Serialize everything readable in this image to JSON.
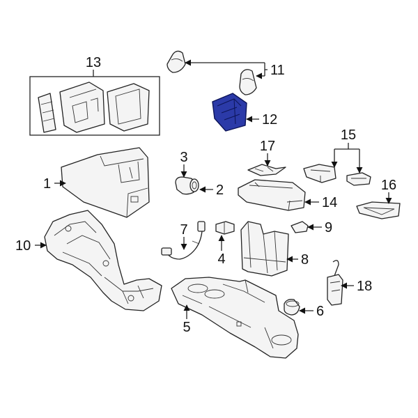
{
  "callouts": {
    "c1": "1",
    "c2": "2",
    "c3": "3",
    "c4": "4",
    "c5": "5",
    "c6": "6",
    "c7": "7",
    "c8": "8",
    "c9": "9",
    "c10": "10",
    "c11": "11",
    "c12": "12",
    "c13": "13",
    "c14": "14",
    "c15": "15",
    "c16": "16",
    "c17": "17",
    "c18": "18"
  },
  "colors": {
    "highlight": "#2b3aa8",
    "outline": "#222222",
    "part_fill": "#f4f4f4"
  }
}
